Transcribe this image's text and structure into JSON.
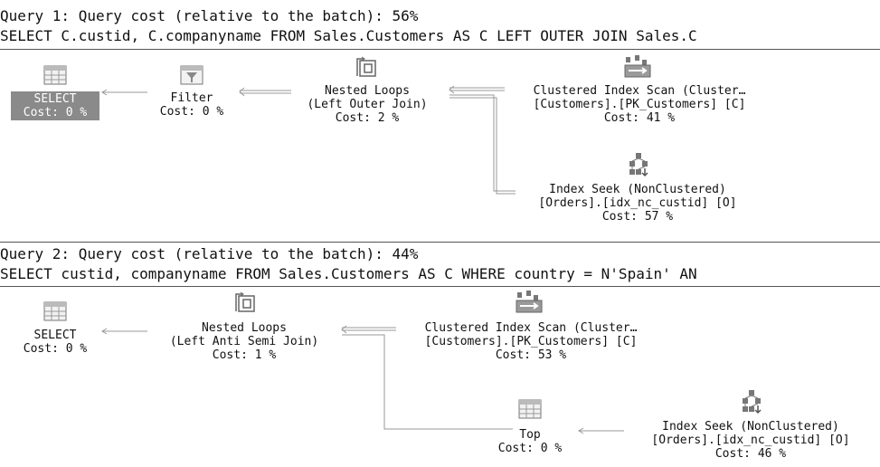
{
  "query1": {
    "header": "Query 1: Query cost (relative to the batch): 56%",
    "sql": "SELECT C.custid, C.companyname FROM Sales.Customers AS C LEFT OUTER JOIN Sales.C",
    "select": {
      "label": "SELECT",
      "cost": "Cost: 0 %"
    },
    "filter": {
      "label": "Filter",
      "cost": "Cost: 0 %"
    },
    "nested_loops": {
      "label": "Nested Loops",
      "sub": "(Left Outer Join)",
      "cost": "Cost: 2 %"
    },
    "clustered_scan": {
      "label": "Clustered Index Scan (Cluster…",
      "sub": "[Customers].[PK_Customers] [C]",
      "cost": "Cost: 41 %"
    },
    "index_seek": {
      "label": "Index Seek (NonClustered)",
      "sub": "[Orders].[idx_nc_custid] [O]",
      "cost": "Cost: 57 %"
    }
  },
  "query2": {
    "header": "Query 2: Query cost (relative to the batch): 44%",
    "sql": "SELECT custid, companyname FROM Sales.Customers AS C WHERE country = N'Spain' AN",
    "select": {
      "label": "SELECT",
      "cost": "Cost: 0 %"
    },
    "nested_loops": {
      "label": "Nested Loops",
      "sub": "(Left Anti Semi Join)",
      "cost": "Cost: 1 %"
    },
    "clustered_scan": {
      "label": "Clustered Index Scan (Cluster…",
      "sub": "[Customers].[PK_Customers] [C]",
      "cost": "Cost: 53 %"
    },
    "top": {
      "label": "Top",
      "cost": "Cost: 0 %"
    },
    "index_seek": {
      "label": "Index Seek (NonClustered)",
      "sub": "[Orders].[idx_nc_custid] [O]",
      "cost": "Cost: 46 %"
    }
  },
  "icons": [
    "select-icon",
    "filter-icon",
    "nested-loops-icon",
    "clustered-index-scan-icon",
    "index-seek-icon",
    "top-icon"
  ]
}
